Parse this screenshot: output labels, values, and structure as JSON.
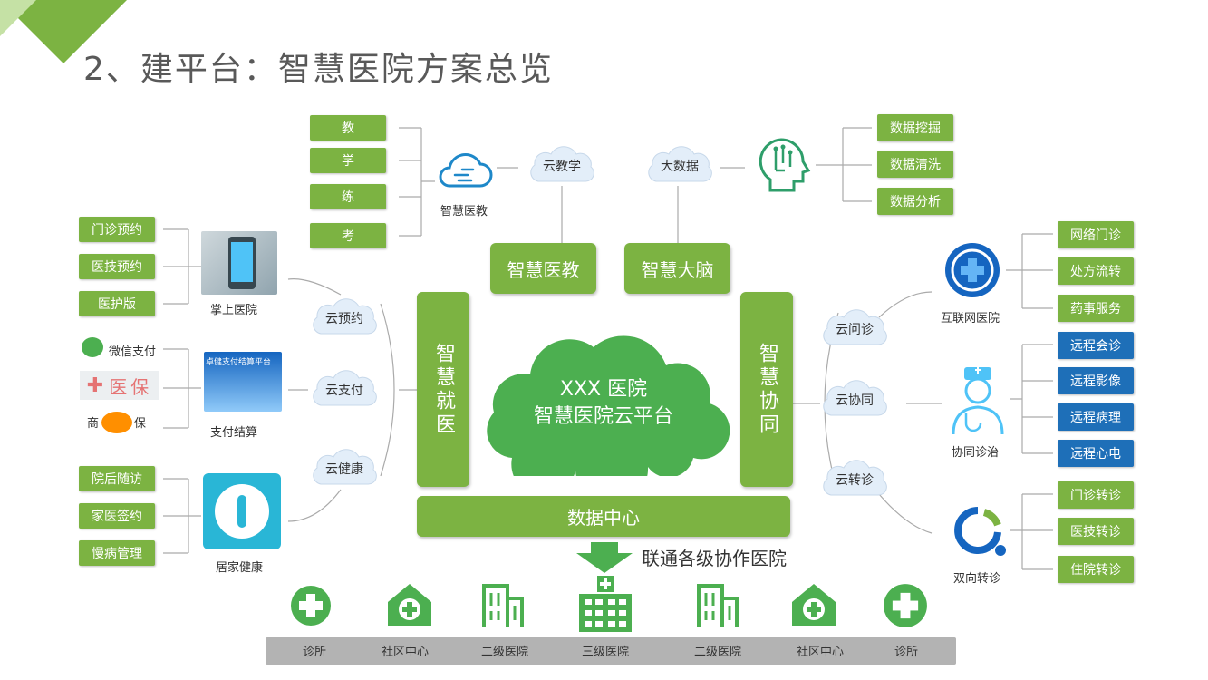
{
  "title": "2、建平台：智慧医院方案总览",
  "center": {
    "line1": "XXX 医院",
    "line2": "智慧医院云平台"
  },
  "blocks": {
    "jiuyi": "智慧就医",
    "xietong": "智慧协同",
    "yijiao": "智慧医教",
    "danao": "智慧大脑",
    "data_center": "数据中心"
  },
  "clouds": {
    "yunjiaoxue": "云教学",
    "dashuju": "大数据",
    "yunyuyue": "云预约",
    "yunzhifu": "云支付",
    "yunjiankang": "云健康",
    "yunwenzhen": "云问诊",
    "yunxietong": "云协同",
    "yunzhuanzhen": "云转诊"
  },
  "edu_items": [
    "教",
    "学",
    "练",
    "考"
  ],
  "bigdata_items": [
    "数据挖掘",
    "数据清洗",
    "数据分析"
  ],
  "mobile_items": [
    "门诊预约",
    "医技预约",
    "医护版"
  ],
  "pay_items": {
    "wechat": "微信支付",
    "yibao": "医保",
    "shang": "商",
    "bao": "保"
  },
  "health_items": [
    "院后随访",
    "家医签约",
    "慢病管理"
  ],
  "internet_items": [
    "网络门诊",
    "处方流转",
    "药事服务"
  ],
  "remote_items": [
    "远程会诊",
    "远程影像",
    "远程病理",
    "远程心电"
  ],
  "transfer_items": [
    "门诊转诊",
    "医技转诊",
    "住院转诊"
  ],
  "labels": {
    "zhihuiyijiao": "智慧医教",
    "zhangshang": "掌上医院",
    "zhifujiesuan": "支付结算",
    "jujia": "居家健康",
    "hulianwang": "互联网医院",
    "xietongzhenzhi": "协同诊治",
    "shuangxiang": "双向转诊",
    "pay_platform": "卓健支付结算平台"
  },
  "connect_text": "联通各级协作医院",
  "hospitals": [
    "诊所",
    "社区中心",
    "二级医院",
    "三级医院",
    "二级医院",
    "社区中心",
    "诊所"
  ],
  "colors": {
    "green": "#7cb342",
    "blue": "#1e6fb8",
    "cloud_green": "#5aa742",
    "gray_bar": "#b3b3b3"
  }
}
